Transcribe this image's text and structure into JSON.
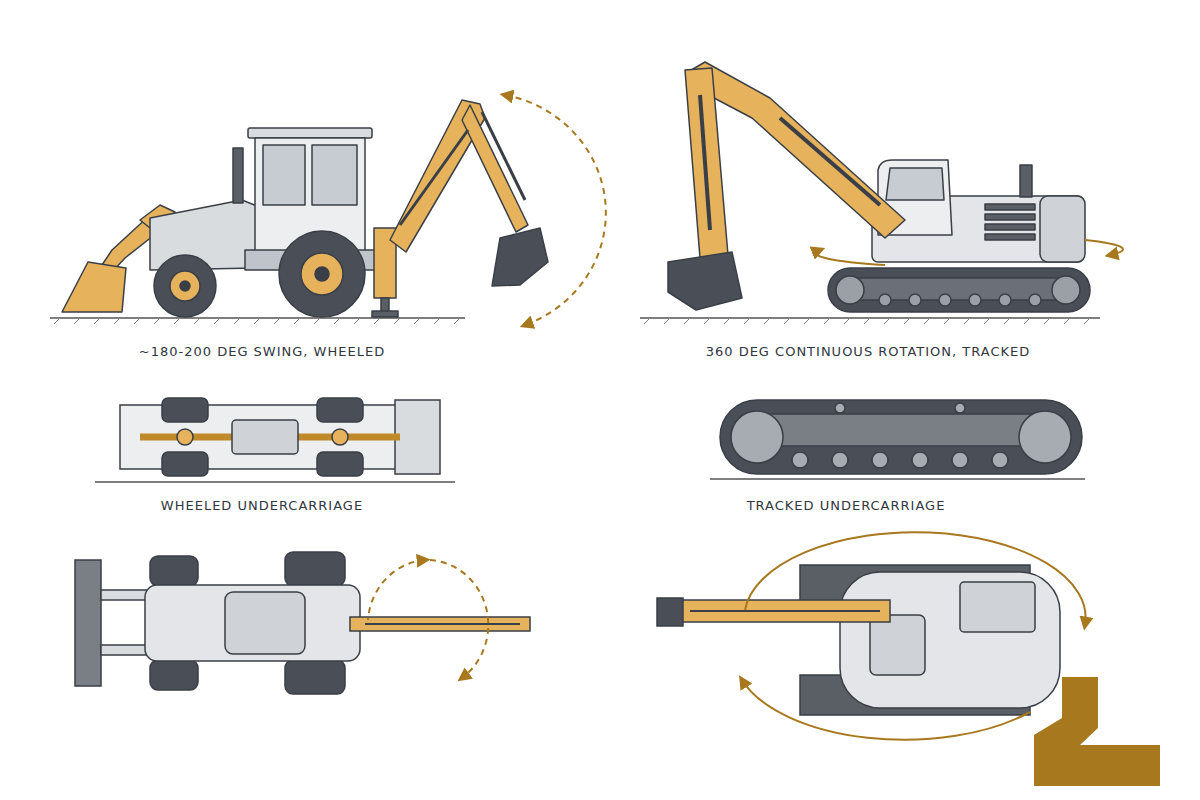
{
  "diagram": {
    "labels": [
      "~180-200 DEG SWING, WHEELED",
      "360 DEG CONTINUOUS ROTATION, TRACKED",
      "WHEELED UNDERCARRIAGE",
      "TRACKED UNDERCARRIAGE"
    ]
  }
}
